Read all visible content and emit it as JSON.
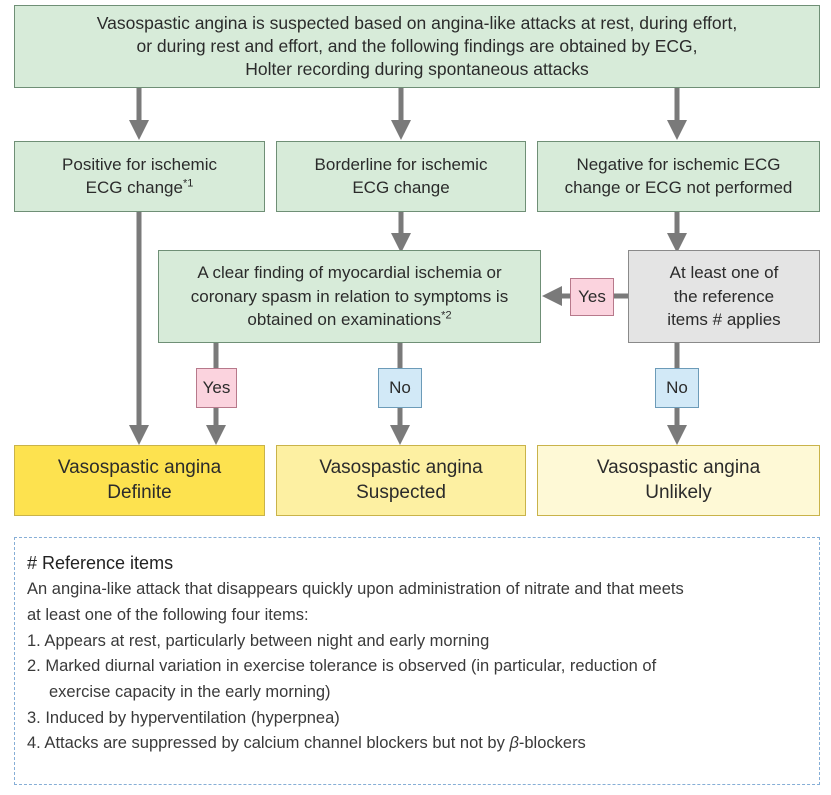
{
  "top_box": {
    "line1": "Vasospastic angina is suspected based on angina-like attacks at rest, during effort,",
    "line2": "or during rest and effort, and the following findings are obtained by ECG,",
    "line3": "Holter recording during spontaneous attacks"
  },
  "positive_box": {
    "line1": "Positive for ischemic",
    "line2": "ECG change",
    "sup": "*1"
  },
  "borderline_box": {
    "line1": "Borderline for ischemic",
    "line2": "ECG change"
  },
  "negative_box": {
    "line1": "Negative for ischemic ECG",
    "line2": "change or ECG not performed"
  },
  "clear_finding_box": {
    "line1": "A clear finding of myocardial ischemia or",
    "line2": "coronary spasm in relation to symptoms is",
    "line3": "obtained on examinations",
    "sup": "*2"
  },
  "reference_check_box": {
    "line1": "At least one of",
    "line2": "the reference",
    "line3": "items # applies"
  },
  "tags": {
    "yes_1": "Yes",
    "yes_2": "Yes",
    "no_1": "No",
    "no_2": "No"
  },
  "outcomes": {
    "definite": {
      "line1": "Vasospastic angina",
      "line2": "Definite"
    },
    "suspected": {
      "line1": "Vasospastic angina",
      "line2": "Suspected"
    },
    "unlikely": {
      "line1": "Vasospastic angina",
      "line2": "Unlikely"
    }
  },
  "reference": {
    "title": "# Reference items",
    "intro_line1": "An angina-like attack that disappears quickly upon administration of nitrate and that meets",
    "intro_line2": "at least one of the following four items:",
    "item1": "1. Appears at rest, particularly between night and early morning",
    "item2_line1": "2. Marked diurnal variation in exercise tolerance is observed (in particular, reduction of",
    "item2_line2": "exercise capacity in the early morning)",
    "item3": "3. Induced by hyperventilation (hyperpnea)",
    "item4_prefix": "4. Attacks are suppressed by calcium channel blockers but not by ",
    "item4_beta": "β",
    "item4_suffix": "-blockers"
  },
  "colors": {
    "green_box": "#d7ebd9",
    "grey_box": "#e4e4e4",
    "definite": "#fde24f",
    "suspected": "#fdf0a2",
    "unlikely": "#fef9d6",
    "yes_tag": "#fbd3de",
    "no_tag": "#d2e9f7",
    "arrow": "#7a7a7a"
  }
}
